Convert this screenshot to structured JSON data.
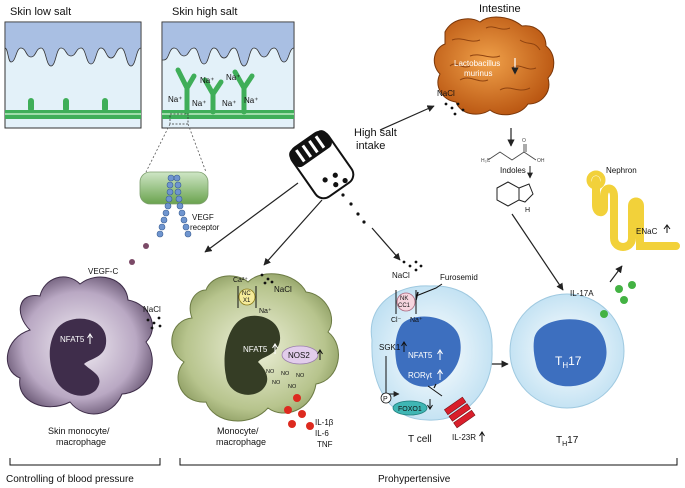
{
  "panels": {
    "skin_low_salt": "Skin low salt",
    "skin_high_salt": "Skin high salt",
    "na_ion": "Na⁺"
  },
  "intestine": {
    "title": "Intestine",
    "bacteria_line1": "Lactobacillus",
    "bacteria_line2": "murinus",
    "nacl": "NaCl",
    "indoles": "Indoles",
    "h_label": "H"
  },
  "center": {
    "high_salt_line1": "High salt",
    "high_salt_line2": "intake"
  },
  "vegf": {
    "receptor_line1": "VEGF",
    "receptor_line2": "receptor",
    "ligand": "VEGF-C"
  },
  "nephron": {
    "title": "Nephron",
    "enac": "ENaC"
  },
  "cells": {
    "skin_macro": {
      "nfat5": "NFAT5",
      "nacl": "NaCl",
      "name_line1": "Skin monocyte/",
      "name_line2": "macrophage"
    },
    "monocyte": {
      "ca": "Ca²⁺",
      "ncx1_line1": "NC",
      "ncx1_line2": "X1",
      "nacl": "NaCl",
      "na": "Na⁺",
      "nfat5": "NFAT5",
      "nos2": "NOS2",
      "no": "NO",
      "il1b": "IL-1β",
      "il6": "IL-6",
      "tnf": "TNF",
      "name_line1": "Monocyte/",
      "name_line2": "macrophage"
    },
    "tcell": {
      "nacl": "NaCl",
      "furosemid": "Furosemid",
      "nkcc1_line1": "NK",
      "nkcc1_line2": "CC1",
      "cl": "Cl⁻",
      "na": "Na⁺",
      "sgk1": "SGK1",
      "nfat5": "NFAT5",
      "roryt": "RORγt",
      "p": "P",
      "foxo1": "FOXO1",
      "il23r": "IL-23R",
      "name": "T cell"
    },
    "th17": {
      "t": "T",
      "sub": "H",
      "num": "17",
      "il17a": "IL-17A"
    }
  },
  "footer": {
    "left": "Controlling of blood pressure",
    "right": "Prohypertensive"
  },
  "colors": {
    "skin_blue": "#a9bfe3",
    "dermis": "#e3f1f9",
    "vessel_green": "#3fae59",
    "intestine": "#d9741c",
    "monocyte": "#b7c48d",
    "cell_blue": "#d1e8f5",
    "nucleus_blue": "#3d6fbf",
    "nephron_yellow": "#f2d13a",
    "il_red": "#dd2a1f",
    "il17_green": "#43b243"
  }
}
